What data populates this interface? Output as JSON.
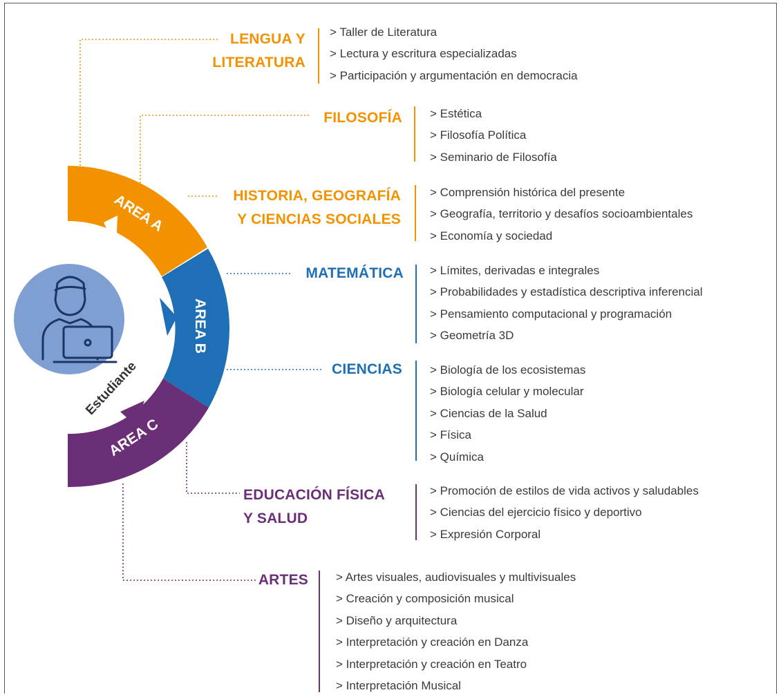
{
  "colors": {
    "orange": "#f39200",
    "blue": "#1e6fb5",
    "purple": "#6b2f77",
    "circle": "#7f9fd3",
    "icon_stroke": "#1a3568"
  },
  "wheel": {
    "center_label": "Estudiante",
    "center_icon": "student-laptop-icon",
    "area_a": "AREA A",
    "area_b": "AREA B",
    "area_c": "AREA C"
  },
  "subjects": {
    "lengua": {
      "title_line1": "LENGUA Y",
      "title_line2": "LITERATURA",
      "items": [
        "> Taller de Literatura",
        "> Lectura y escritura especializadas",
        "> Participación y argumentación en democracia"
      ]
    },
    "filosofia": {
      "title_line1": "FILOSOFÍA",
      "items": [
        "> Estética",
        "> Filosofía Política",
        "> Seminario de Filosofía"
      ]
    },
    "historia": {
      "title_line1": "HISTORIA, GEOGRAFÍA",
      "title_line2": "Y CIENCIAS SOCIALES",
      "items": [
        "> Comprensión histórica del presente",
        "> Geografía, territorio y desafíos socioambientales",
        "> Economía y sociedad"
      ]
    },
    "matematica": {
      "title_line1": "MATEMÁTICA",
      "items": [
        "> Límites, derivadas e integrales",
        "> Probabilidades y estadística descriptiva inferencial",
        ">  Pensamiento computacional y programación",
        ">  Geometría 3D"
      ]
    },
    "ciencias": {
      "title_line1": "CIENCIAS",
      "items": [
        "> Biología de los ecosistemas",
        "> Biología celular y molecular",
        "> Ciencias de la Salud",
        "> Física",
        "> Química"
      ]
    },
    "educacion_fisica": {
      "title_line1": "EDUCACIÓN FÍSICA",
      "title_line2": "Y SALUD",
      "items": [
        "> Promoción de estilos de vida activos y saludables",
        "> Ciencias del ejercicio físico y deportivo",
        "> Expresión Corporal"
      ]
    },
    "artes": {
      "title_line1": "ARTES",
      "items": [
        "> Artes visuales, audiovisuales y multivisuales",
        "> Creación y composición musical",
        "> Diseño y arquitectura",
        "> Interpretación y creación en Danza",
        "> Interpretación y creación en Teatro",
        "> Interpretación Musical"
      ]
    }
  }
}
